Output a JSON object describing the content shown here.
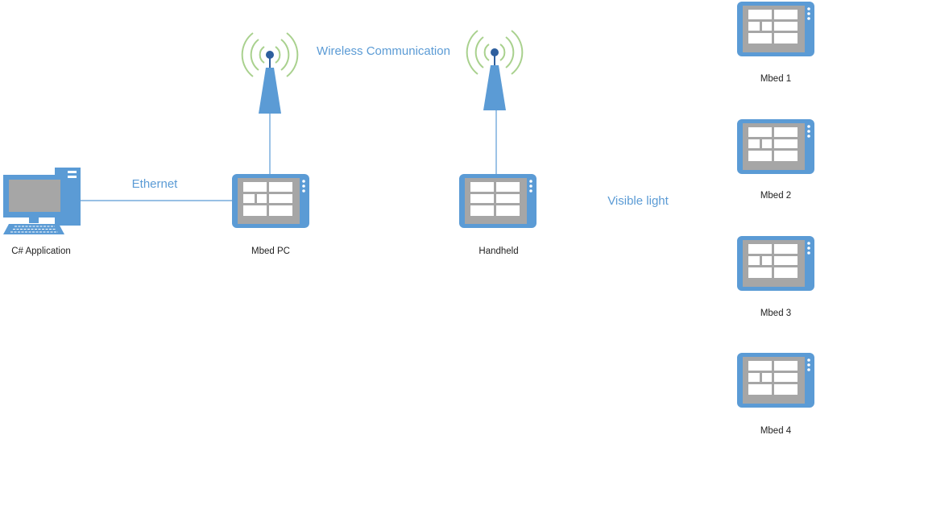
{
  "colors": {
    "accent": "#5b9bd5",
    "device_screen": "#a6a6a6",
    "wave": "#a9d18e",
    "antenna_dot": "#2e5f9e",
    "label_text": "#222222",
    "link_text": "#5b9bd5"
  },
  "nodes": {
    "computer": {
      "label": "C# Application",
      "icon": "desktop-computer-icon"
    },
    "mbed_pc": {
      "label": "Mbed PC",
      "icon": "tablet-device-icon"
    },
    "handheld": {
      "label": "Handheld",
      "icon": "tablet-device-icon"
    },
    "mbed_1": {
      "label": "Mbed 1",
      "icon": "tablet-device-icon"
    },
    "mbed_2": {
      "label": "Mbed 2",
      "icon": "tablet-device-icon"
    },
    "mbed_3": {
      "label": "Mbed 3",
      "icon": "tablet-device-icon"
    },
    "mbed_4": {
      "label": "Mbed 4",
      "icon": "tablet-device-icon"
    }
  },
  "antennas": [
    {
      "icon": "wireless-antenna-icon"
    },
    {
      "icon": "wireless-antenna-icon"
    }
  ],
  "links": {
    "ethernet": "Ethernet",
    "wireless": "Wireless Communication",
    "visible_light": "Visible light"
  }
}
